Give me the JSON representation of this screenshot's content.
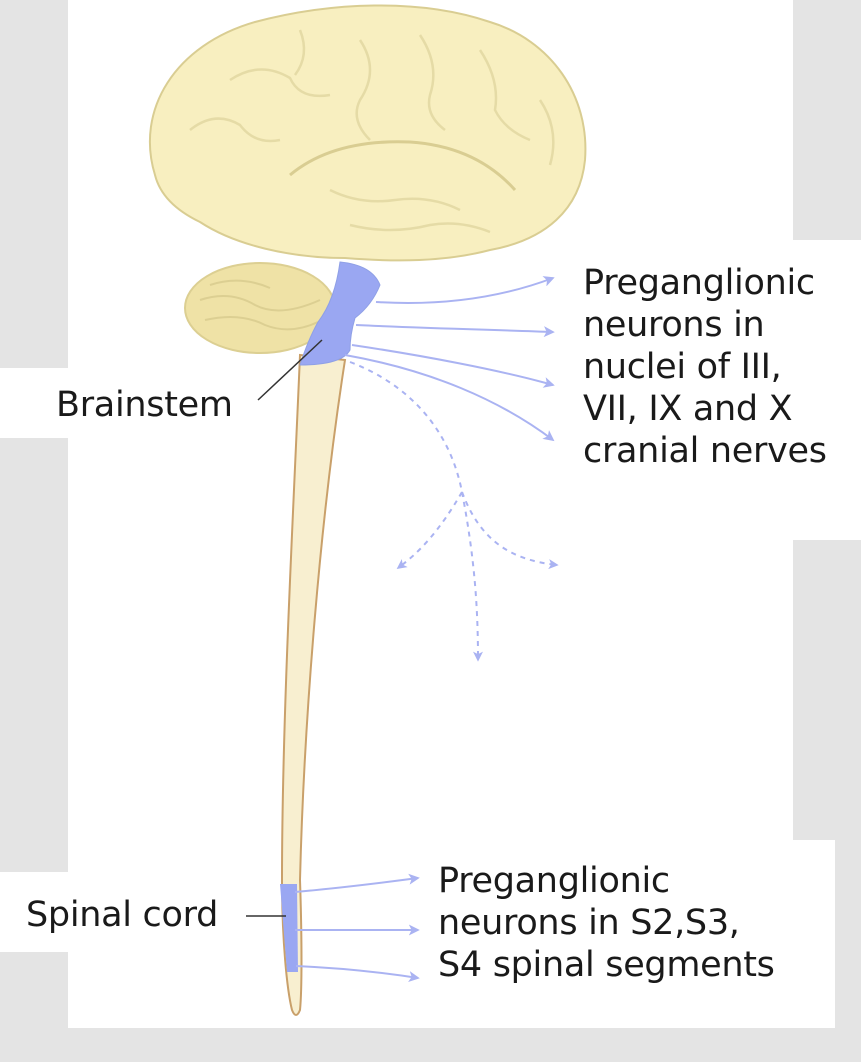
{
  "labels": {
    "brainstem": "Brainstem",
    "spinal_cord": "Spinal cord",
    "cranial_callout": [
      "Preganglionic",
      "neurons in",
      "nuclei of  III,",
      "VII, IX and X",
      "cranial nerves"
    ],
    "sacral_callout": [
      "Preganglionic",
      "neurons in  S2,S3,",
      "S4 spinal segments"
    ]
  },
  "colors": {
    "brain_fill": "#f8efc0",
    "brain_stroke": "#d9cd92",
    "cerebellum_fill": "#efe2a6",
    "cord_fill": "#f8efd0",
    "cord_stroke": "#c9a06a",
    "highlight": "#9aa7f2",
    "arrow": "#aab3f2",
    "background": "#e4e4e4",
    "panel": "#ffffff"
  },
  "icons": [
    "brain-illustration",
    "spinal-cord-illustration",
    "arrow-icon",
    "dashed-arrow-icon"
  ]
}
